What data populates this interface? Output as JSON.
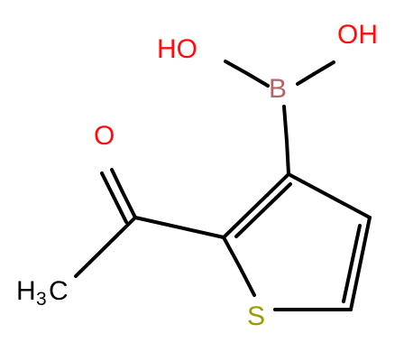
{
  "molecule": {
    "atoms": {
      "oh_left": {
        "text": "HO",
        "color": "#ff0d0d"
      },
      "oh_right": {
        "text": "OH",
        "color": "#ff0d0d"
      },
      "boron": {
        "text": "B",
        "color": "#b26565"
      },
      "carbonyl_oxygen": {
        "text": "O",
        "color": "#ff0d0d"
      },
      "methyl_h": {
        "text": "H",
        "color": "#000000"
      },
      "methyl_sub": {
        "text": "3",
        "color": "#000000"
      },
      "methyl_c": {
        "text": "C",
        "color": "#000000"
      },
      "sulfur": {
        "text": "S",
        "color": "#9b9b00"
      }
    },
    "bond_colors": {
      "default": "#000000",
      "oxygen": "#ff0d0d",
      "boron": "#b26565",
      "sulfur": "#9b9b00"
    }
  }
}
